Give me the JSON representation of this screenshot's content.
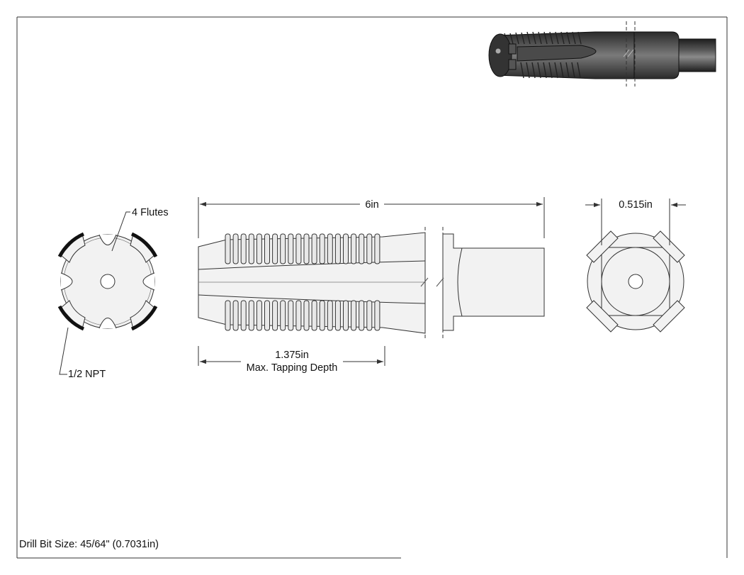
{
  "end_view": {
    "flutes_label": "4 Flutes",
    "thread_label": "1/2 NPT"
  },
  "side_view": {
    "overall_length": "6in",
    "tapping_depth_value": "1.375in",
    "tapping_depth_caption": "Max. Tapping Depth"
  },
  "shank_view": {
    "square_width": "0.515in"
  },
  "footer": {
    "drill_bit_size": "Drill Bit Size: 45/64\" (0.7031in)"
  },
  "colors": {
    "line": "#333333",
    "fill": "#f2f2f2",
    "render_dark": "#3a3a3a"
  }
}
